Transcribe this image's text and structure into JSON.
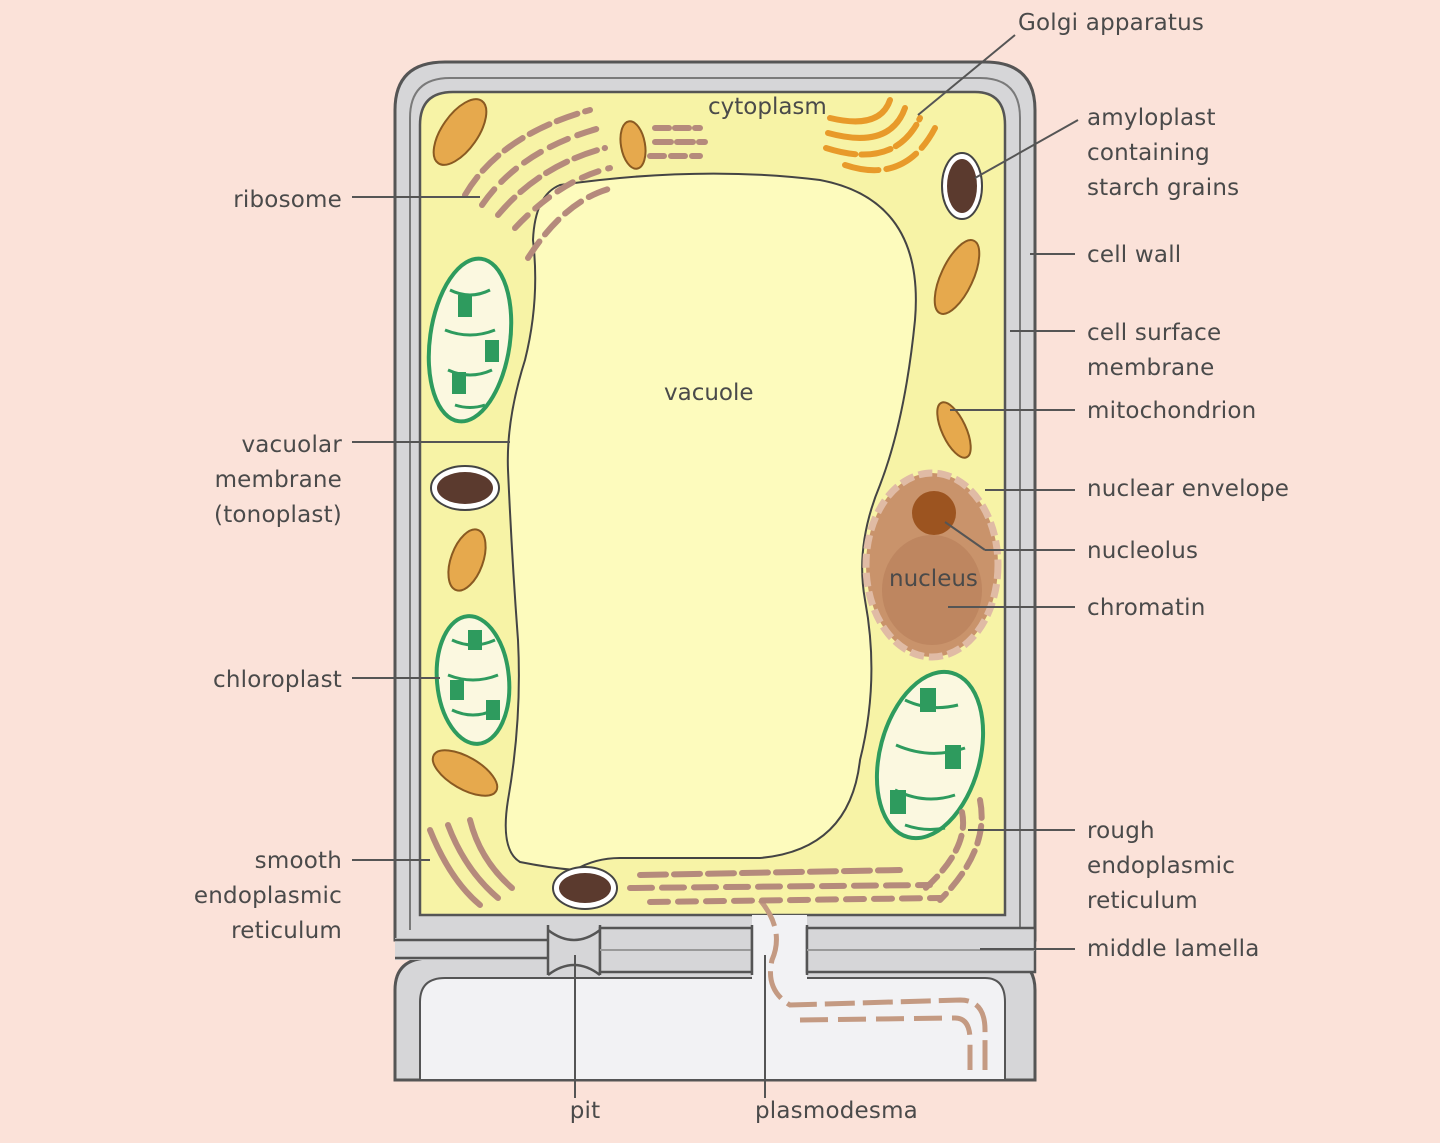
{
  "colors": {
    "background": "#fbe2d9",
    "cytoplasm": "#f7f3a8",
    "vacuole": "#fdfbbd",
    "cell_wall": "#d4d4d6",
    "chloroplast": "#2e9b5e",
    "mitochondrion": "#e6a94d",
    "er": "#b58a7c",
    "nucleus": "#c9936b",
    "nucleolus": "#9c5420",
    "amyloplast": "#5b3a2e",
    "golgi": "#e89a2a"
  },
  "labels": {
    "golgi": "Golgi apparatus",
    "cytoplasm": "cytoplasm",
    "amyloplast": [
      "amyloplast",
      "containing",
      "starch grains"
    ],
    "ribosome": "ribosome",
    "cell_wall": "cell wall",
    "cell_surface_membrane": [
      "cell surface",
      "membrane"
    ],
    "mitochondrion": "mitochondrion",
    "vacuole": "vacuole",
    "vacuolar_membrane": [
      "vacuolar",
      "membrane",
      "(tonoplast)"
    ],
    "nuclear_envelope": "nuclear envelope",
    "nucleolus": "nucleolus",
    "nucleus": "nucleus",
    "chromatin": "chromatin",
    "chloroplast": "chloroplast",
    "rough_er": [
      "rough",
      "endoplasmic",
      "reticulum"
    ],
    "smooth_er": [
      "smooth",
      "endoplasmic",
      "reticulum"
    ],
    "middle_lamella": "middle lamella",
    "pit": "pit",
    "plasmodesma": "plasmodesma"
  }
}
